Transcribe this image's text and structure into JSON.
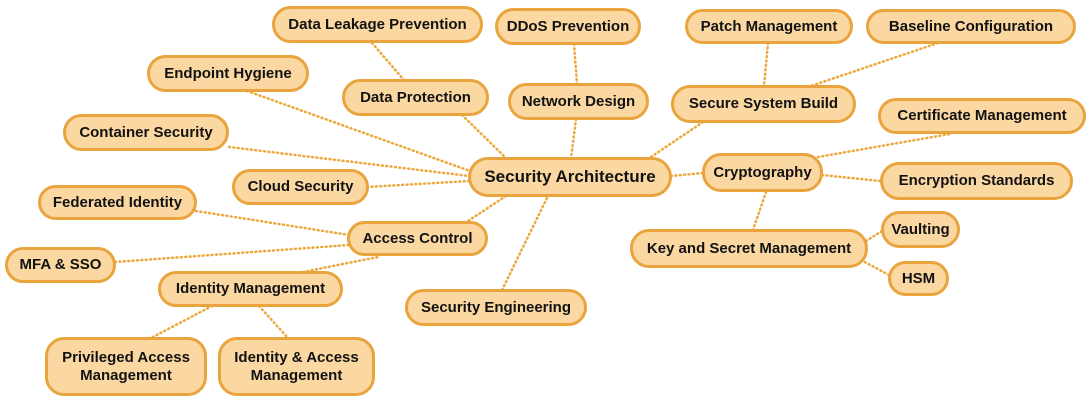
{
  "diagram": {
    "center_node": "Security Architecture",
    "colors": {
      "background": "#FFFFFF",
      "node_fill": "#FBD8A2",
      "node_border": "#E9A43E",
      "edge_dots": "#EDA83D",
      "text": "#121212"
    },
    "nodes": [
      {
        "id": "data-leakage-prevention",
        "label": "Data Leakage Prevention"
      },
      {
        "id": "ddos-prevention",
        "label": "DDoS Prevention"
      },
      {
        "id": "patch-management",
        "label": "Patch Management"
      },
      {
        "id": "baseline-configuration",
        "label": "Baseline Configuration"
      },
      {
        "id": "endpoint-hygiene",
        "label": "Endpoint Hygiene"
      },
      {
        "id": "data-protection",
        "label": "Data Protection"
      },
      {
        "id": "network-design",
        "label": "Network Design"
      },
      {
        "id": "secure-system-build",
        "label": "Secure System Build"
      },
      {
        "id": "certificate-management",
        "label": "Certificate Management"
      },
      {
        "id": "container-security",
        "label": "Container Security"
      },
      {
        "id": "cloud-security",
        "label": "Cloud Security"
      },
      {
        "id": "security-architecture",
        "label": "Security Architecture"
      },
      {
        "id": "cryptography",
        "label": "Cryptography"
      },
      {
        "id": "encryption-standards",
        "label": "Encryption Standards"
      },
      {
        "id": "federated-identity",
        "label": "Federated Identity"
      },
      {
        "id": "access-control",
        "label": "Access Control"
      },
      {
        "id": "key-and-secret-management",
        "label": "Key and Secret Management"
      },
      {
        "id": "vaulting",
        "label": "Vaulting"
      },
      {
        "id": "mfa-sso",
        "label": "MFA & SSO"
      },
      {
        "id": "hsm",
        "label": "HSM"
      },
      {
        "id": "identity-management",
        "label": "Identity Management"
      },
      {
        "id": "security-engineering",
        "label": "Security Engineering"
      },
      {
        "id": "privileged-access-management",
        "label": "Privileged Access Management"
      },
      {
        "id": "identity-access-management",
        "label": "Identity & Access Management"
      }
    ],
    "edges": [
      {
        "from": "Data Protection",
        "to": "Data Leakage Prevention"
      },
      {
        "from": "Security Architecture",
        "to": "Data Protection"
      },
      {
        "from": "Network Design",
        "to": "DDoS Prevention"
      },
      {
        "from": "Security Architecture",
        "to": "Network Design"
      },
      {
        "from": "Secure System Build",
        "to": "Patch Management"
      },
      {
        "from": "Secure System Build",
        "to": "Baseline Configuration"
      },
      {
        "from": "Security Architecture",
        "to": "Secure System Build"
      },
      {
        "from": "Security Architecture",
        "to": "Endpoint Hygiene"
      },
      {
        "from": "Security Architecture",
        "to": "Container Security"
      },
      {
        "from": "Security Architecture",
        "to": "Cloud Security"
      },
      {
        "from": "Security Architecture",
        "to": "Access Control"
      },
      {
        "from": "Access Control",
        "to": "Federated Identity"
      },
      {
        "from": "Access Control",
        "to": "MFA & SSO"
      },
      {
        "from": "Access Control",
        "to": "Identity Management"
      },
      {
        "from": "Security Architecture",
        "to": "Security Engineering"
      },
      {
        "from": "Security Architecture",
        "to": "Cryptography"
      },
      {
        "from": "Cryptography",
        "to": "Certificate Management"
      },
      {
        "from": "Cryptography",
        "to": "Encryption Standards"
      },
      {
        "from": "Cryptography",
        "to": "Key and Secret Management"
      },
      {
        "from": "Key and Secret Management",
        "to": "Vaulting"
      },
      {
        "from": "Key and Secret Management",
        "to": "HSM"
      },
      {
        "from": "Identity Management",
        "to": "Privileged Access Management"
      },
      {
        "from": "Identity Management",
        "to": "Identity & Access Management"
      }
    ]
  }
}
